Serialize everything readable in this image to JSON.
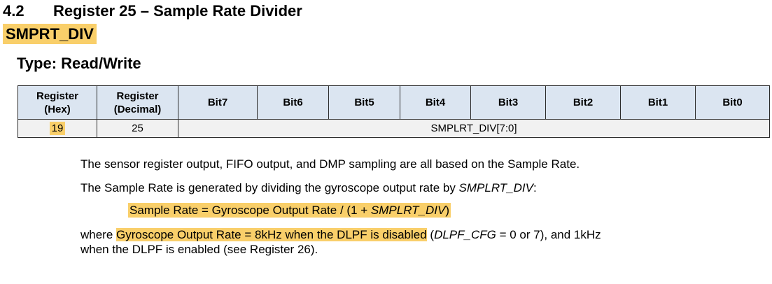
{
  "section": {
    "number": "4.2",
    "title": "Register 25 – Sample Rate Divider",
    "mnemonic": "SMPRT_DIV",
    "type_label": "Type: Read/Write"
  },
  "table": {
    "headers": {
      "reg_hex": [
        "Register",
        "(Hex)"
      ],
      "reg_dec": [
        "Register",
        "(Decimal)"
      ],
      "bits": [
        "Bit7",
        "Bit6",
        "Bit5",
        "Bit4",
        "Bit3",
        "Bit2",
        "Bit1",
        "Bit0"
      ]
    },
    "row": {
      "hex": "19",
      "dec": "25",
      "field": "SMPLRT_DIV[7:0]"
    }
  },
  "body": {
    "p1": "The sensor register output, FIFO output, and DMP sampling are all based on the Sample Rate.",
    "p2_text": "The Sample Rate is generated by dividing the gyroscope output rate by ",
    "p2_italic": "SMPLRT_DIV",
    "p2_end": ":",
    "formula_prefix": "Sample Rate = Gyroscope Output Rate / (1 + ",
    "formula_italic": "SMPLRT_DIV",
    "formula_suffix": ")",
    "p4_start": "where ",
    "p4_highlight": "Gyroscope Output Rate = 8kHz when the DLPF is disabled",
    "p4_paren_open": " (",
    "p4_italic": "DLPF_CFG",
    "p4_rest": " = 0 or 7), and 1kHz",
    "p4_line2": "when the DLPF is enabled (see Register 26)."
  },
  "colors": {
    "highlight": "#f9cf6a",
    "header_fill": "#dbe5f1",
    "row_fill": "#f1f1f1"
  }
}
